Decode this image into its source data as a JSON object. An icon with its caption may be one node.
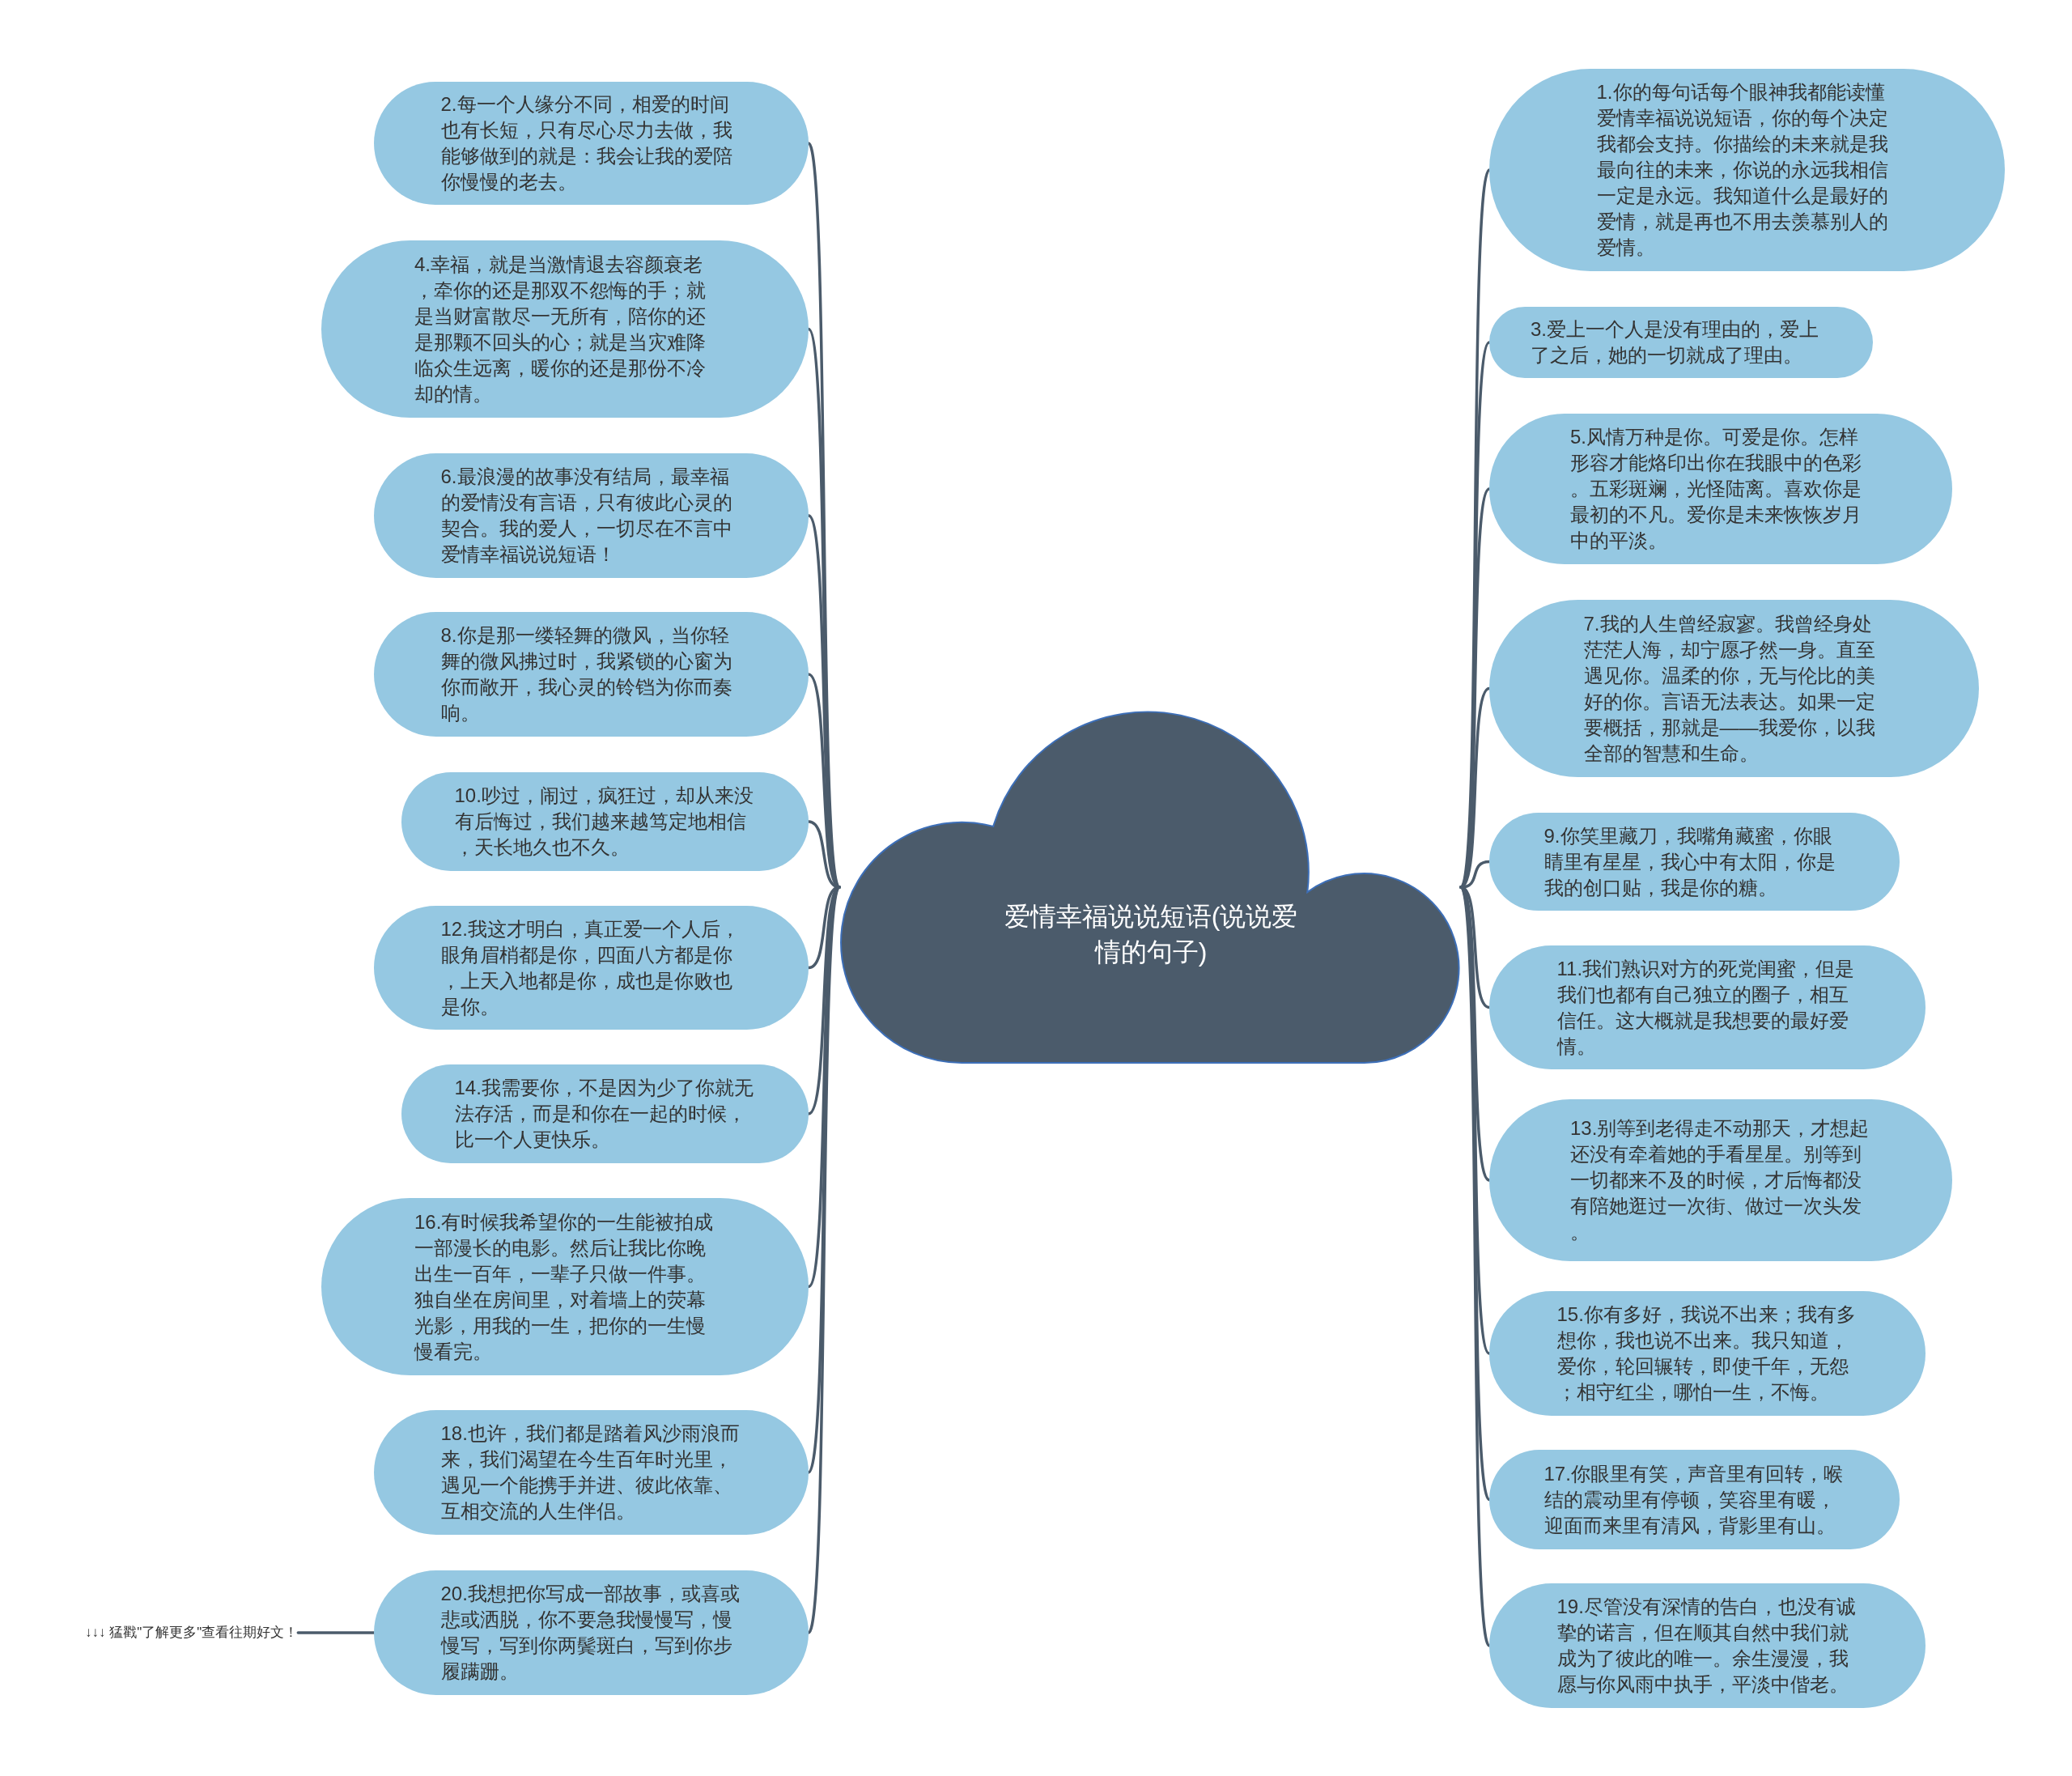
{
  "diagram": {
    "nodes": [
      {
        "text": [
          "爱情幸福说说短语(说说爱情的句子)"
        ]
      },
      {
        "text": [
          "1.你的每句话每个眼神我都能读懂爱情幸福说说短语，你的每个决定我都会支持。你描绘的未来就是我最向往的未来，你说的永远我相信一定是永远。我知道什么是最好的爱情，就是再也不用去羡慕别人的爱情。"
        ]
      },
      {
        "text": [
          "2.每一个人缘分不同，相爱的时间也有长短，只有尽心尽力去做，我能够做到的就是：我会让我的爱陪你慢慢的老去。"
        ]
      },
      {
        "text": [
          "3.爱上一个人是没有理由的，爱上了之后，她的一切就成了理由。"
        ]
      },
      {
        "text": [
          "4.幸福，就是当激情退去容颜衰老，牵你的还是那双不怨悔的手；就是当财富散尽一无所有，陪你的还是那颗不回头的心；就是当灾难降临众生远离，暖你的还是那份不冷却的情。"
        ]
      },
      {
        "text": [
          "5.风情万种是你。可爱是你。怎样形容才能烙印出你在我眼中的色彩。五彩斑斓，光怪陆离。喜欢你是最初的不凡。爱你是未来恢恢岁月中的平淡。"
        ]
      },
      {
        "text": [
          "6.最浪漫的故事没有结局，最幸福的爱情没有言语，只有彼此心灵的契合。我的爱人，一切尽在不言中爱情幸福说说短语！"
        ]
      },
      {
        "text": [
          "7.我的人生曾经寂寥。我曾经身处茫茫人海，却宁愿孑然一身。直至遇见你。温柔的你，无与伦比的美好的你。言语无法表达。如果一定要概括，那就是——我爱你，以我全部的智慧和生命。"
        ]
      },
      {
        "text": [
          "8.你是那一缕轻舞的微风，当你轻舞的微风拂过时，我紧锁的心窗为你而敞开，我心灵的铃铛为你而奏响。"
        ]
      },
      {
        "text": [
          "9.你笑里藏刀，我嘴角藏蜜，你眼睛里有星星，我心中有太阳，你是我的创口贴，我是你的糖。"
        ]
      },
      {
        "text": [
          "10.吵过，闹过，疯狂过，却从来没有后悔过，我们越来越笃定地相信，天长地久也不久。"
        ]
      },
      {
        "text": [
          "11.我们熟识对方的死党闺蜜，但是我们也都有自己独立的圈子，相互信任。这大概就是我想要的最好爱情。"
        ]
      },
      {
        "text": [
          "12.我这才明白，真正爱一个人后，眼角眉梢都是你，四面八方都是你，上天入地都是你，成也是你败也是你。"
        ]
      },
      {
        "text": [
          "13.别等到老得走不动那天，才想起还没有牵着她的手看星星。别等到一切都来不及的时候，才后悔都没有陪她逛过一次街、做过一次头发。"
        ]
      },
      {
        "text": [
          "14.我需要你，不是因为少了你就无法存活，而是和你在一起的时候，比一个人更快乐。"
        ]
      },
      {
        "text": [
          "15.你有多好，我说不出来；我有多想你，我也说不出来。我只知道，爱你，轮回辗转，即使千年，无怨；相守红尘，哪怕一生，不悔。"
        ]
      },
      {
        "text": [
          "16.有时候我希望你的一生能被拍成一部漫长的电影。然后让我比你晚出生一百年，一辈子只做一件事。独自坐在房间里，对着墙上的荧幕光影，用我的一生，把你的一生慢慢看完。"
        ]
      },
      {
        "text": [
          "17.你眼里有笑，声音里有回转，喉结的震动里有停顿，笑容里有暖，迎面而来里有清风，背影里有山。"
        ]
      },
      {
        "text": [
          "18.也许，我们都是踏着风沙雨浪而来，我们渴望在今生百年时光里，遇见一个能携手并进、彼此依靠、互相交流的人生伴侣。"
        ]
      },
      {
        "text": [
          "19.尽管没有深情的告白，也没有诚挚的诺言，但在顺其自然中我们就成为了彼此的唯一。余生漫漫，我愿与你风雨中执手，平淡中偕老。"
        ]
      },
      {
        "text": [
          "20.我想把你写成一部故事，或喜或悲或洒脱，你不要急我慢慢写，慢慢写，写到你两鬓斑白，写到你步履蹒跚。"
        ]
      },
      {
        "text": [
          "↓↓↓ 猛戳\"了解更多\"查看往期好文！"
        ]
      }
    ],
    "edges": [
      {
        "from": 0,
        "to": 1,
        "arrow": "none"
      },
      {
        "from": 0,
        "to": 2,
        "arrow": "none"
      },
      {
        "from": 0,
        "to": 3,
        "arrow": "none"
      },
      {
        "from": 0,
        "to": 4,
        "arrow": "none"
      },
      {
        "from": 0,
        "to": 5,
        "arrow": "none"
      },
      {
        "from": 0,
        "to": 6,
        "arrow": "none"
      },
      {
        "from": 0,
        "to": 7,
        "arrow": "none"
      },
      {
        "from": 0,
        "to": 8,
        "arrow": "none"
      },
      {
        "from": 0,
        "to": 9,
        "arrow": "none"
      },
      {
        "from": 0,
        "to": 10,
        "arrow": "none"
      },
      {
        "from": 0,
        "to": 11,
        "arrow": "none"
      },
      {
        "from": 0,
        "to": 12,
        "arrow": "none"
      },
      {
        "from": 0,
        "to": 13,
        "arrow": "none"
      },
      {
        "from": 0,
        "to": 14,
        "arrow": "none"
      },
      {
        "from": 0,
        "to": 15,
        "arrow": "none"
      },
      {
        "from": 0,
        "to": 16,
        "arrow": "none"
      },
      {
        "from": 0,
        "to": 17,
        "arrow": "none"
      },
      {
        "from": 0,
        "to": 18,
        "arrow": "none"
      },
      {
        "from": 0,
        "to": 19,
        "arrow": "none"
      },
      {
        "from": 0,
        "to": 20,
        "arrow": "none"
      },
      {
        "from": 20,
        "to": 21,
        "arrow": "none"
      }
    ]
  }
}
